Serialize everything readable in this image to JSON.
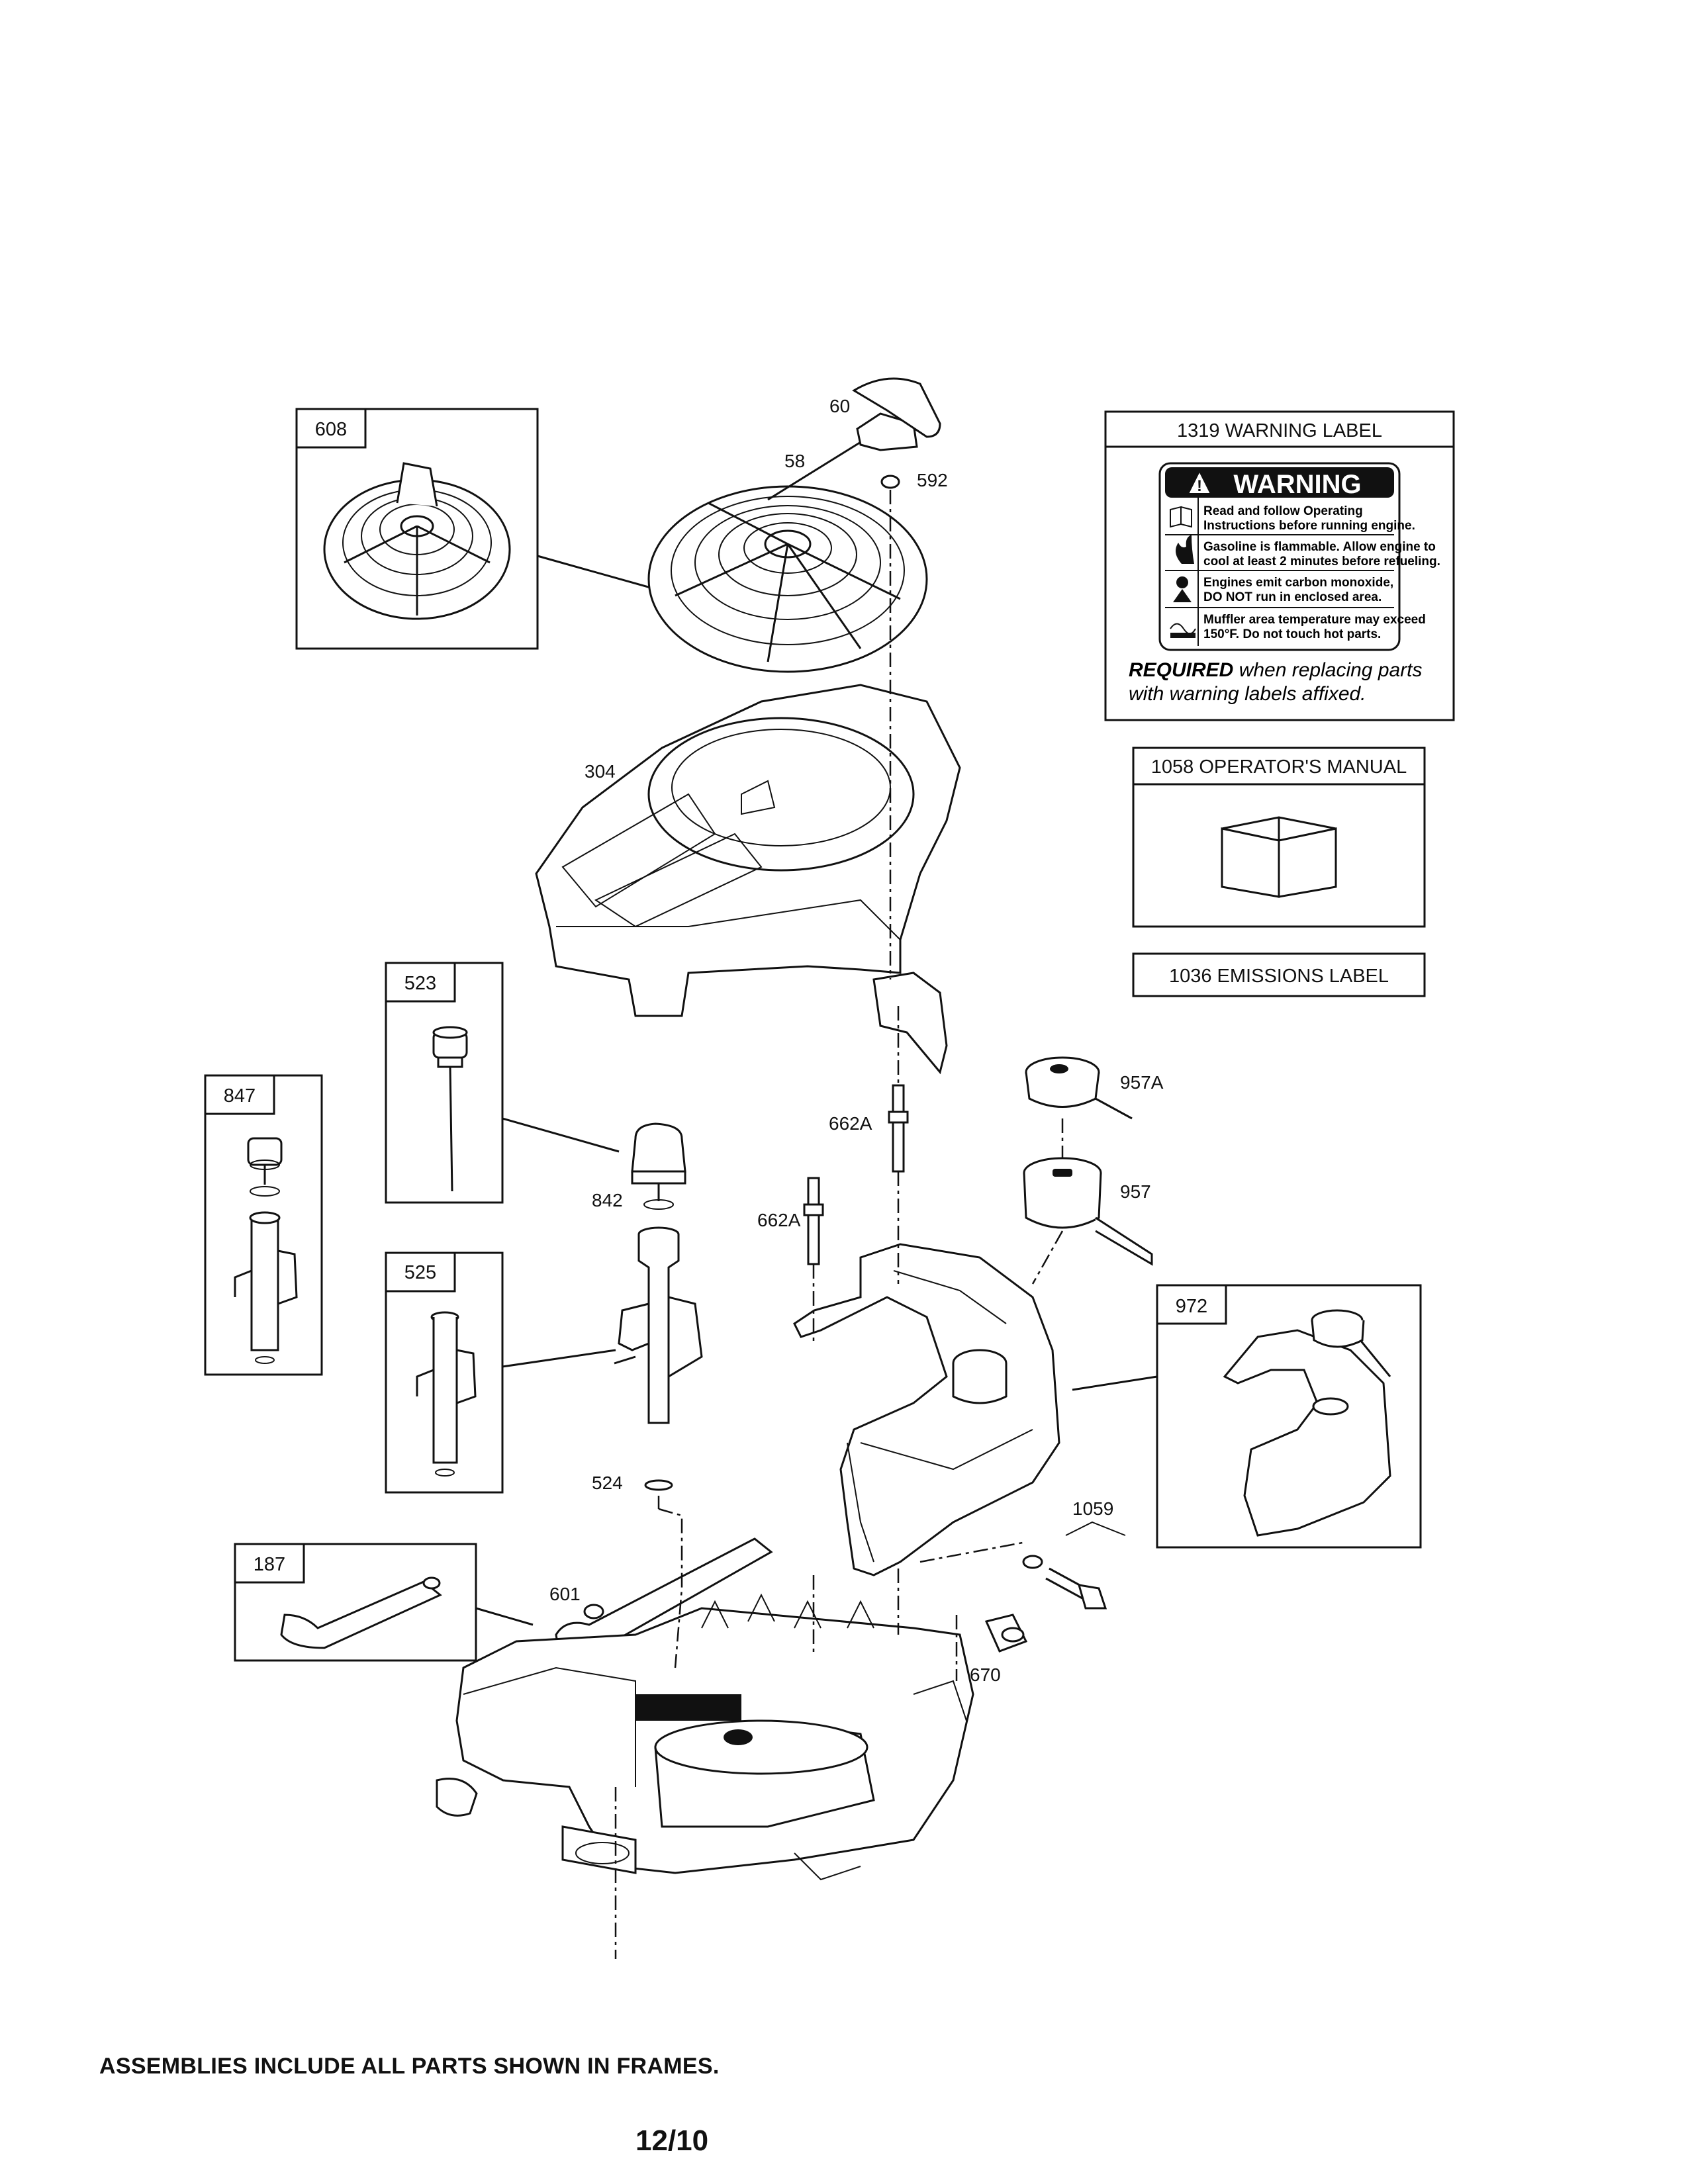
{
  "callouts": {
    "p60": "60",
    "p58": "58",
    "p592": "592",
    "p304": "304",
    "p842": "842",
    "p662a_1": "662A",
    "p662a_2": "662A",
    "p957a": "957A",
    "p957": "957",
    "p524": "524",
    "p601": "601",
    "p1059": "1059",
    "p670": "670"
  },
  "frames": {
    "f608": "608",
    "f523": "523",
    "f847": "847",
    "f525": "525",
    "f187": "187",
    "f972": "972"
  },
  "warning_label": {
    "title": "1319 WARNING LABEL",
    "banner": "WARNING",
    "lines": [
      [
        "Read and follow Operating",
        "Instructions before running engine."
      ],
      [
        "Gasoline is flammable. Allow engine to",
        "cool at least 2 minutes before refueling."
      ],
      [
        "Engines emit carbon monoxide,",
        "DO NOT run in enclosed area."
      ],
      [
        "Muffler area temperature may exceed",
        "150°F.  Do not touch hot parts."
      ]
    ],
    "required_bold": "REQUIRED",
    "required_rest": " when replacing parts",
    "required_line2": "with warning labels affixed."
  },
  "manual_label": {
    "title": "1058 OPERATOR'S MANUAL"
  },
  "emissions_label": {
    "title": "1036 EMISSIONS LABEL"
  },
  "footer": {
    "note": "ASSEMBLIES INCLUDE ALL PARTS SHOWN IN FRAMES.",
    "page": "12/10"
  },
  "colors": {
    "ink": "#111111",
    "paper": "#ffffff"
  }
}
